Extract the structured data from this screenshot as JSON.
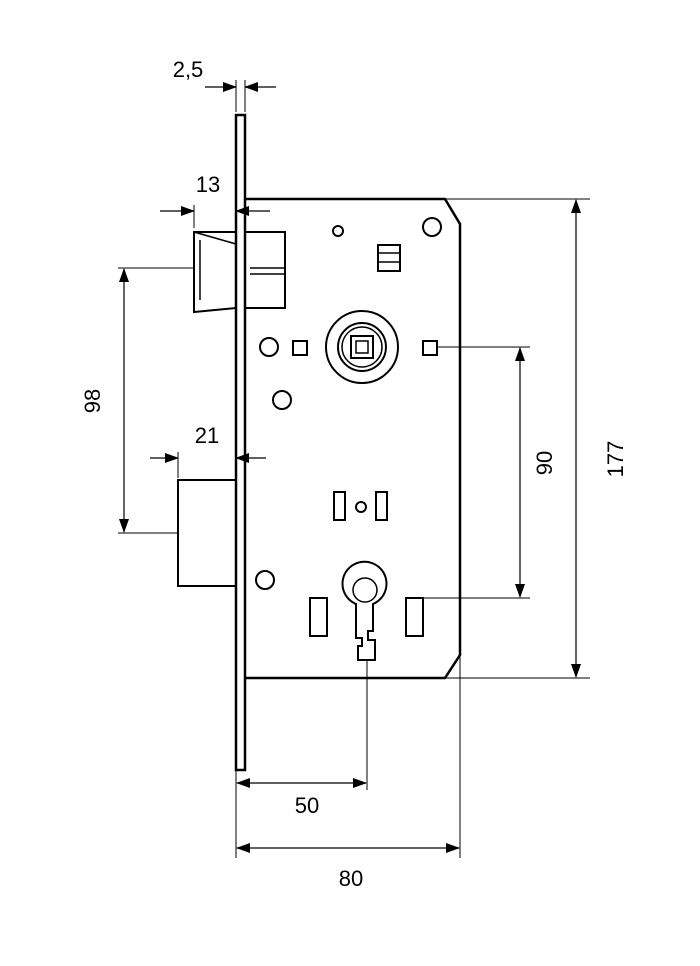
{
  "dimensions": {
    "faceplate_thickness": "2,5",
    "latch_projection": "13",
    "bolt_projection": "21",
    "latch_to_bolt": "98",
    "handle_to_key": "90",
    "case_height": "177",
    "backset": "50",
    "case_depth": "80"
  },
  "colors": {
    "line": "#000000",
    "background": "#ffffff"
  }
}
